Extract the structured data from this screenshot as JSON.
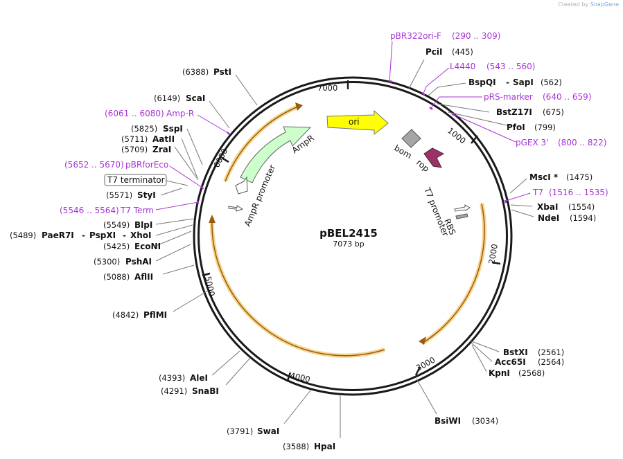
{
  "credit": {
    "prefix": "Created by",
    "brand": "SnapGene"
  },
  "plasmid": {
    "name": "pBEL2415",
    "length": "7073 bp"
  },
  "ticks": [
    "1000",
    "2000",
    "3000",
    "4000",
    "5000",
    "6000",
    "7000"
  ],
  "sites": {
    "pcii": {
      "name": "PciI",
      "pos": "(445)"
    },
    "bspqi": {
      "name": "BspQI",
      "pos": ""
    },
    "sapi": {
      "name": "SapI",
      "pos": "(562)"
    },
    "bstz17i": {
      "name": "BstZ17I",
      "pos": "(675)"
    },
    "pfoi": {
      "name": "PfoI",
      "pos": "(799)"
    },
    "msci": {
      "name": "MscI *",
      "pos": "(1475)"
    },
    "xbai": {
      "name": "XbaI",
      "pos": "(1554)"
    },
    "ndei": {
      "name": "NdeI",
      "pos": "(1594)"
    },
    "bstxi": {
      "name": "BstXI",
      "pos": "(2561)"
    },
    "acc65i": {
      "name": "Acc65I",
      "pos": "(2564)"
    },
    "kpni": {
      "name": "KpnI",
      "pos": "(2568)"
    },
    "bsiwi": {
      "name": "BsiWI",
      "pos": "(3034)"
    },
    "hpai": {
      "name": "HpaI",
      "pos": "(3588)"
    },
    "swai": {
      "name": "SwaI",
      "pos": "(3791)"
    },
    "snabi": {
      "name": "SnaBI",
      "pos": "(4291)"
    },
    "alei": {
      "name": "AleI",
      "pos": "(4393)"
    },
    "pflmi": {
      "name": "PflMI",
      "pos": "(4842)"
    },
    "aflii": {
      "name": "AflII",
      "pos": "(5088)"
    },
    "pshai": {
      "name": "PshAI",
      "pos": "(5300)"
    },
    "econi": {
      "name": "EcoNI",
      "pos": "(5425)"
    },
    "paer7i": {
      "name": "PaeR7I",
      "pos": "(5489)"
    },
    "pspxi": {
      "name": "PspXI",
      "pos": ""
    },
    "xhoi": {
      "name": "XhoI",
      "pos": ""
    },
    "blpi": {
      "name": "BlpI",
      "pos": "(5549)"
    },
    "styi": {
      "name": "StyI",
      "pos": "(5571)"
    },
    "zrai": {
      "name": "ZraI",
      "pos": "(5709)"
    },
    "aatii": {
      "name": "AatII",
      "pos": "(5711)"
    },
    "sspi": {
      "name": "SspI",
      "pos": "(5825)"
    },
    "scai": {
      "name": "ScaI",
      "pos": "(6149)"
    },
    "psti": {
      "name": "PstI",
      "pos": "(6388)"
    }
  },
  "primers": {
    "pbr322ori": {
      "name": "pBR322ori-F",
      "range": "(290 .. 309)"
    },
    "l4440": {
      "name": "L4440",
      "range": "(543 .. 560)"
    },
    "prs": {
      "name": "pRS-marker",
      "range": "(640 .. 659)"
    },
    "pgex3": {
      "name": "pGEX 3'",
      "range": "(800 .. 822)"
    },
    "t7": {
      "name": "T7",
      "range": "(1516 .. 1535)"
    },
    "t7term": {
      "name": "T7 Term",
      "range": "(5546 .. 5564)"
    },
    "pbrforeco": {
      "name": "pBRforEco",
      "range": "(5652 .. 5670)"
    },
    "ampr": {
      "name": "Amp-R",
      "range": "(6061 .. 6080)"
    }
  },
  "features": {
    "ori": "ori",
    "bom": "bom",
    "rop": "rop",
    "ampr": "AmpR",
    "ampr_promoter": "AmpR promoter",
    "t7_promoter": "T7 promoter",
    "rbs": "RBS",
    "t7_terminator": "T7 terminator"
  },
  "colors": {
    "ori": "#ffff00",
    "ampr": "#ccffcc",
    "rop": "#993366",
    "bom": "#a6a6a6",
    "orf": "#f2b134",
    "primer": "#a733d6"
  }
}
